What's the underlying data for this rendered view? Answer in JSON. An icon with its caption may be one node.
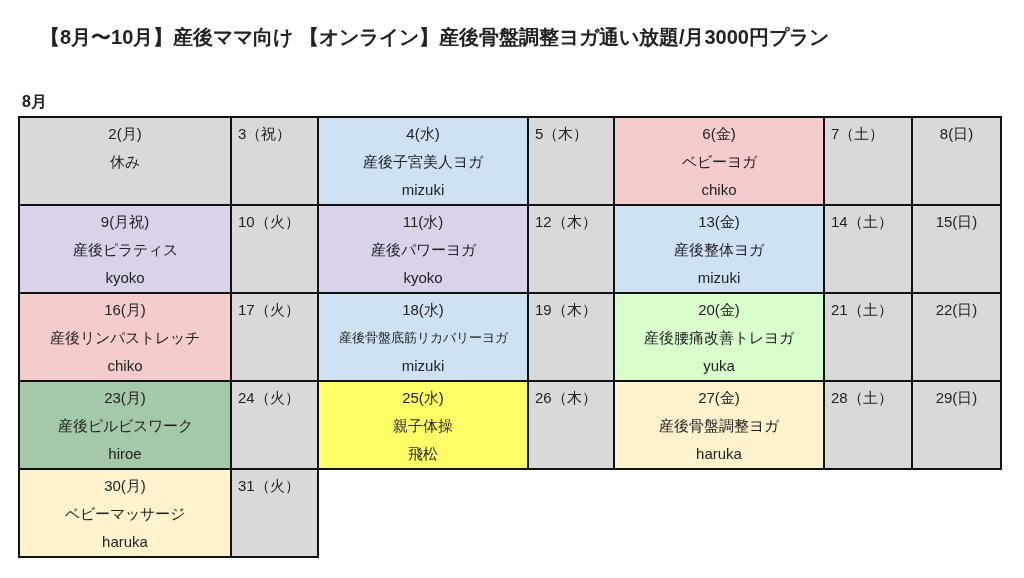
{
  "diagram": {
    "title": "【8月〜10月】産後ママ向け 【オンライン】産後骨盤調整ヨガ通い放題/月3000円プラン",
    "nodes": [
      {
        "text": [
          "2(月)",
          "休み"
        ]
      },
      {
        "text": [
          "3（祝）"
        ]
      },
      {
        "text": [
          "4(水)",
          "産後子宮美人ヨガ",
          "mizuki"
        ]
      },
      {
        "text": [
          "5（木）"
        ]
      },
      {
        "text": [
          "6(金)",
          "ベビーヨガ",
          "chiko"
        ]
      },
      {
        "text": [
          "7（土）"
        ]
      },
      {
        "text": [
          "8(日)"
        ]
      },
      {
        "text": [
          "9(月祝)",
          "産後ピラティス",
          "kyoko"
        ]
      },
      {
        "text": [
          "10（火）"
        ]
      },
      {
        "text": [
          "11(水)",
          "産後パワーヨガ",
          "kyoko"
        ]
      },
      {
        "text": [
          "12（木）"
        ]
      },
      {
        "text": [
          "13(金)",
          "産後整体ヨガ",
          "mizuki"
        ]
      },
      {
        "text": [
          "14（土）"
        ]
      },
      {
        "text": [
          "15(日)"
        ]
      },
      {
        "text": [
          "16(月)",
          "産後リンパストレッチ",
          "chiko"
        ]
      },
      {
        "text": [
          "17（火）"
        ]
      },
      {
        "text": [
          "18(水)",
          "産後骨盤底筋リカバリーヨガ",
          "mizuki"
        ]
      },
      {
        "text": [
          "19（木）"
        ]
      },
      {
        "text": [
          "20(金)",
          "産後腰痛改善トレヨガ",
          "yuka"
        ]
      },
      {
        "text": [
          "21（土）"
        ]
      },
      {
        "text": [
          "22(日)"
        ]
      },
      {
        "text": [
          "23(月)",
          "産後ピルビスワーク",
          "hiroe"
        ]
      },
      {
        "text": [
          "24（火）"
        ]
      },
      {
        "text": [
          "25(水)",
          "親子体操",
          "飛松"
        ]
      },
      {
        "text": [
          "26（木）"
        ]
      },
      {
        "text": [
          "27(金)",
          "産後骨盤調整ヨガ",
          "haruka"
        ]
      },
      {
        "text": [
          "28（土）"
        ]
      },
      {
        "text": [
          "29(日)"
        ]
      },
      {
        "text": [
          "30(月)",
          "ベビーマッサージ",
          "haruka"
        ]
      },
      {
        "text": [
          "31（火）"
        ]
      }
    ],
    "labels": [
      "8月"
    ]
  }
}
